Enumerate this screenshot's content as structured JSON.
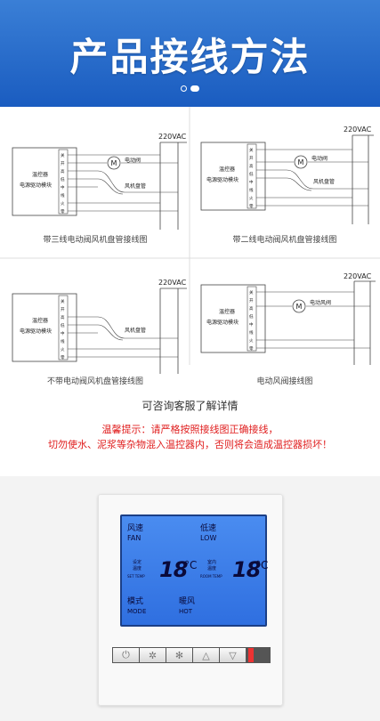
{
  "header": {
    "title": "产品接线方法"
  },
  "diagrams": {
    "voltage": "220VAC",
    "controller_l1": "温控器",
    "controller_l2": "电源驱动模块",
    "valve": "电动阀",
    "valve_air": "电动风阀",
    "coil": "风机盘管",
    "terminal_letters": [
      "火",
      "线",
      "中",
      "低",
      "高",
      "开",
      "关",
      "零"
    ],
    "motor": "M",
    "captions": [
      "带三线电动阀风机盘管接线图",
      "带二线电动阀风机盘管接线图",
      "不带电动阀风机盘管接线图",
      "电动风阀接线图"
    ]
  },
  "support_text": "可咨询客服了解详情",
  "warning": {
    "line1": "温馨提示：请严格按照接线图正确接线，",
    "line2": "切勿使水、泥浆等杂物混入温控器内，否则将会造成温控器损坏！"
  },
  "thermostat": {
    "fan_label_cn": "风速",
    "fan_label_en": "FAN",
    "fan_value_cn": "低速",
    "fan_value_en": "LOW",
    "set_cn_1": "设定",
    "set_cn_2": "温度",
    "set_en": "SET TEMP",
    "set_value": "18",
    "room_cn_1": "室内",
    "room_cn_2": "温度",
    "room_en": "ROOM TEMP",
    "room_value": "18",
    "deg_unit": "°C",
    "mode_cn": "模式",
    "mode_en": "MODE",
    "mode_value_cn": "暖风",
    "mode_value_en": "HOT",
    "buttons": [
      "power-icon",
      "fan-icon",
      "settings-icon",
      "up-icon",
      "down-icon"
    ]
  }
}
